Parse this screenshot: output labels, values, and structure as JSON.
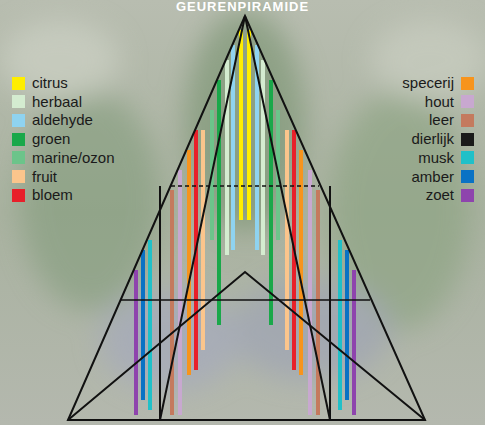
{
  "diagram": {
    "title": "GEURENPIRAMIDE",
    "legend": [
      {
        "text": "citrus",
        "color": "#ffee00"
      },
      {
        "text": "herbaal",
        "color": "#d4ecd0"
      },
      {
        "text": "aldehyde",
        "color": "#8fd3f0"
      },
      {
        "text": "groen",
        "color": "#1aa84a"
      },
      {
        "text": "marine/ozon",
        "color": "#6cc48a"
      },
      {
        "text": "fruit",
        "color": "#fbc58c"
      },
      {
        "text": "bloem",
        "color": "#e8202a"
      },
      {
        "text": "specerij",
        "color": "#f7941d"
      },
      {
        "text": "hout",
        "color": "#c8a8d0"
      },
      {
        "text": "leer",
        "color": "#c47a5e"
      },
      {
        "text": "dierlijk",
        "color": "#1a1a1a"
      },
      {
        "text": "musk",
        "color": "#20c0c8"
      },
      {
        "text": "amber",
        "color": "#0a72c4"
      },
      {
        "text": "zoet",
        "color": "#8e44ad"
      }
    ]
  }
}
